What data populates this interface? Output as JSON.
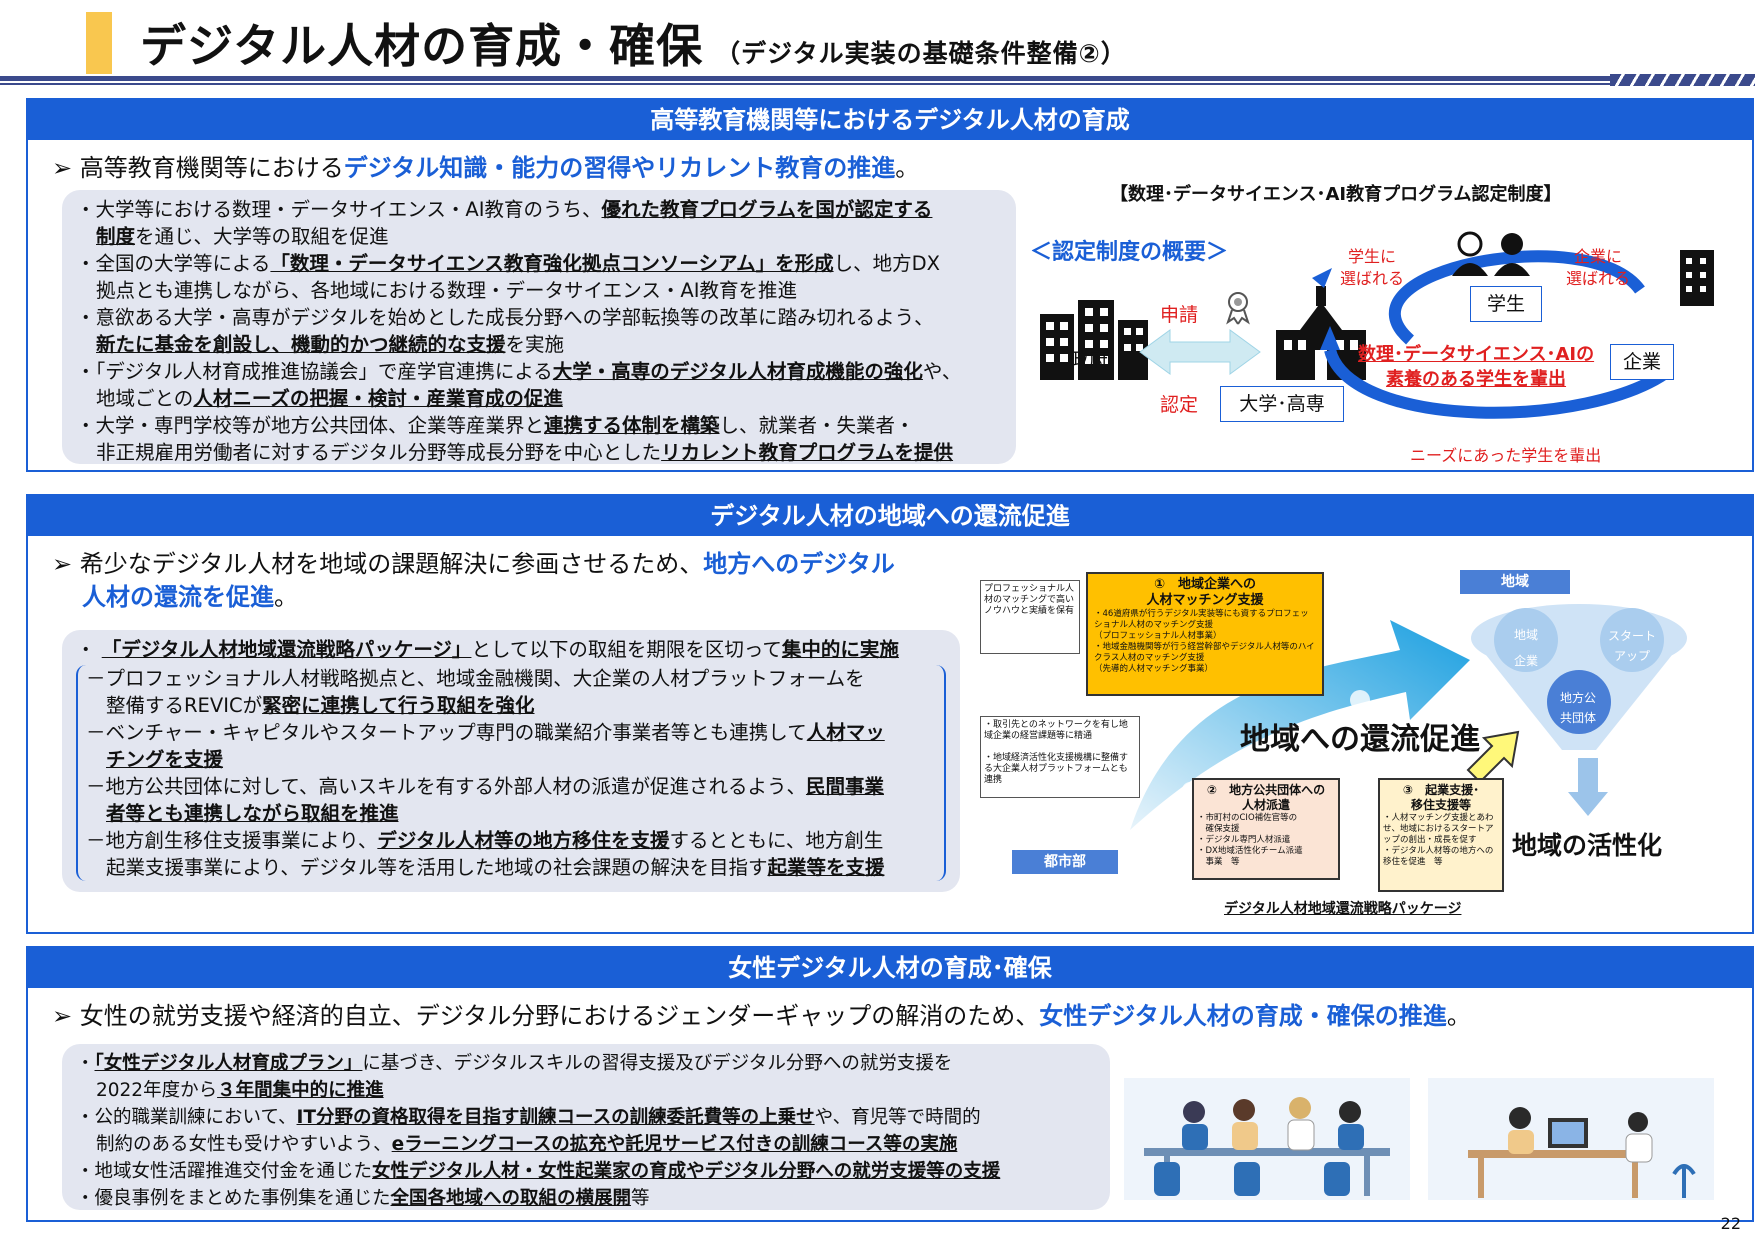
{
  "header": {
    "title": "デジタル人材の育成・確保",
    "subtitle": "（デジタル実装の基礎条件整備②）"
  },
  "section1": {
    "heading": "高等教育機関等におけるデジタル人材の育成",
    "lead_plain": "高等教育機関等における",
    "lead_hl": "デジタル知識・能力の習得やリカレント教育の推進",
    "lead_end": "。",
    "bullets": [
      {
        "a": "・大学等における数理・データサイエンス・AI教育のうち、",
        "b": "優れた教育プログラムを国が認定する",
        "c": ""
      },
      {
        "a": "",
        "b": "制度",
        "c": "を通じ、大学等の取組を促進"
      },
      {
        "a": "・全国の大学等による",
        "b": "「数理・データサイエンス教育強化拠点コンソーシアム」を形成",
        "c": "し、地方DX"
      },
      {
        "a": "拠点とも連携しながら、各地域における数理・データサイエンス・AI教育を推進",
        "b": "",
        "c": ""
      },
      {
        "a": "・意欲ある大学・高専がデジタルを始めとした成長分野への学部転換等の改革に踏み切れるよう、",
        "b": "",
        "c": ""
      },
      {
        "a": "",
        "b": "新たに基金を創設し、機動的かつ継続的な支援",
        "c": "を実施"
      },
      {
        "a": "・「デジタル人材育成推進協議会」で産学官連携による",
        "b": "大学・高専のデジタル人材育成機能の強化",
        "c": "や、"
      },
      {
        "a": "地域ごとの",
        "b": "人材ニーズの把握・検討・産業育成の促進",
        "c": ""
      },
      {
        "a": "・大学・専門学校等が地方公共団体、企業等産業界と",
        "b": "連携する体制を構築",
        "c": "し、就業者・失業者・"
      },
      {
        "a": "非正規雇用労働者に対するデジタル分野等成長分野を中心とした",
        "b": "リカレント教育プログラムを提供",
        "c": ""
      }
    ],
    "diagram": {
      "title": "【数理･データサイエンス･AI教育プログラム認定制度】",
      "overview": "＜認定制度の概要＞",
      "apply": "申請",
      "certify": "認定",
      "gov": "政府",
      "univ": "大学･高専",
      "student": "学生",
      "company": "企業",
      "chosen_by_student": "学生に\n選ばれる",
      "chosen_by_company": "企業に\n選ばれる",
      "center": "数理･データサイエンス･AIの\n素養のある学生を輩出",
      "bottom": "ニーズにあった学生を輩出"
    }
  },
  "section2": {
    "heading": "デジタル人材の地域への還流促進",
    "lead_plain": "希少なデジタル人材を地域の課題解決に参画させるため、",
    "lead_hl1": "地方へのデジタル",
    "lead_hl2": "人材の還流を促進",
    "lead_end": "。",
    "bullet_top": {
      "a": "・ ",
      "b": "「デジタル人材地域還流戦略パッケージ」",
      "c": "として以下の取組を期限を区切って",
      "d": "集中的に実施"
    },
    "items": [
      {
        "a": "－プロフェッショナル人材戦略拠点と、地域金融機関、大企業の人材プラットフォームを",
        "b": "",
        "c": ""
      },
      {
        "a": "整備するREVICが",
        "b": "緊密に連携して行う取組を強化",
        "c": "",
        "ind": true
      },
      {
        "a": "－ベンチャー・キャピタルやスタートアップ専門の職業紹介事業者等とも連携して",
        "b": "人材マッ",
        "c": ""
      },
      {
        "a": "",
        "b": "チングを支援",
        "c": "",
        "ind": true
      },
      {
        "a": "－地方公共団体に対して、高いスキルを有する外部人材の派遣が促進されるよう、",
        "b": "民間事業",
        "c": ""
      },
      {
        "a": "",
        "b": "者等とも連携しながら取組を推進",
        "c": "",
        "ind": true
      },
      {
        "a": "－地方創生移住支援事業により、",
        "b": "デジタル人材等の地方移住を支援",
        "c": "するとともに、地方創生"
      },
      {
        "a": "起業支援事業により、デジタル等を活用した地域の社会課題の解決を目指す",
        "b": "起業等を支援",
        "c": "",
        "ind": true
      }
    ],
    "diagram": {
      "note1": "プロフェッショナル人材のマッチングで高いノウハウと実績を保有",
      "box1_title": "①　地域企業への\n人材マッチング支援",
      "box1_body": "・46道府県が行うデジタル実装等にも資するプロフェッショナル人材のマッチング支援\n（プロフェッショナル人材事業）\n・地域金融機関等が行う経営幹部やデジタル人材等のハイクラス人材のマッチング支援\n（先導的人材マッチング事業）",
      "note2": "・取引先とのネットワークを有し地域企業の経営課題等に精通\n\n・地域経済活性化支援機構に整備する大企業人材プラットフォームとも連携",
      "region_label": "地域",
      "circle1": "地域\n企業",
      "circle2": "スタート\nアップ",
      "circle3": "地方公\n共団体",
      "arrow_text": "地域への還流促進",
      "box2_title": "②　地方公共団体への\n人材派遣",
      "box2_body": "・市町村のCIO補佐官等の\n　確保支援\n・デジタル専門人材派遣\n・DX地域活性化チーム派遣\n　事業　等",
      "box3_title": "③　起業支援･\n移住支援等",
      "box3_body": "・人材マッチング支援とあわせ、地域におけるスタートアップの創出・成長を促す\n・デジタル人材等の地方への移住を促進　等",
      "city": "都市部",
      "activation": "地域の活性化",
      "package": "デジタル人材地域還流戦略パッケージ"
    }
  },
  "section3": {
    "heading": "女性デジタル人材の育成･確保",
    "lead_plain": "女性の就労支援や経済的自立、デジタル分野におけるジェンダーギャップの解消のため、",
    "lead_hl": "女性デジタル人材の育成・確保の推進",
    "lead_end": "。",
    "bullets": [
      {
        "a": "・",
        "b": "「女性デジタル人材育成プラン」",
        "c": "に基づき、デジタルスキルの習得支援及びデジタル分野への就労支援を"
      },
      {
        "a": "2022年度から",
        "b": "３年間集中的に推進",
        "c": "",
        "ind": true
      },
      {
        "a": "・公的職業訓練において、",
        "b": "IT分野の資格取得を目指す訓練コースの訓練委託費等の上乗せ",
        "c": "や、育児等で時間的"
      },
      {
        "a": "制約のある女性も受けやすいよう、",
        "b": "eラーニングコースの拡充や託児サービス付きの訓練コース等の実施",
        "c": "",
        "ind": true
      },
      {
        "a": "・地域女性活躍推進交付金を通じた",
        "b": "女性デジタル人材・女性起業家の育成やデジタル分野への就労支援等の支援",
        "c": ""
      },
      {
        "a": "・優良事例をまとめた事例集を通じた",
        "b": "全国各地域への取組の横展開",
        "c": "等"
      }
    ]
  },
  "page_number": "22",
  "colors": {
    "accent": "#1a5fd6",
    "navy": "#3b4a8c",
    "title_mark": "#f9c74f",
    "red": "#e02020",
    "box_bg": "#e3e6f0"
  }
}
